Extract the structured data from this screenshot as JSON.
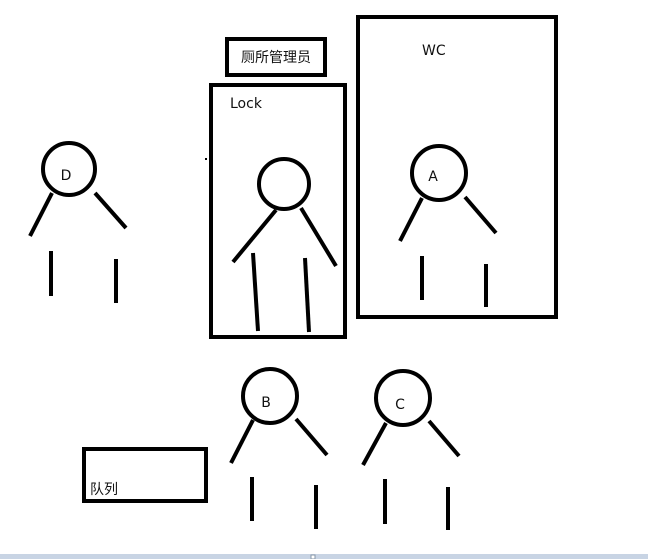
{
  "labels": {
    "manager": "厕所管理员",
    "lock": "Lock",
    "wc": "WC",
    "queue": "队列"
  },
  "people": {
    "a": "A",
    "b": "B",
    "c": "C",
    "d": "D"
  },
  "colors": {
    "stroke": "#000000",
    "background": "#ffffff",
    "bottom_bar": "#c8d4e4"
  }
}
